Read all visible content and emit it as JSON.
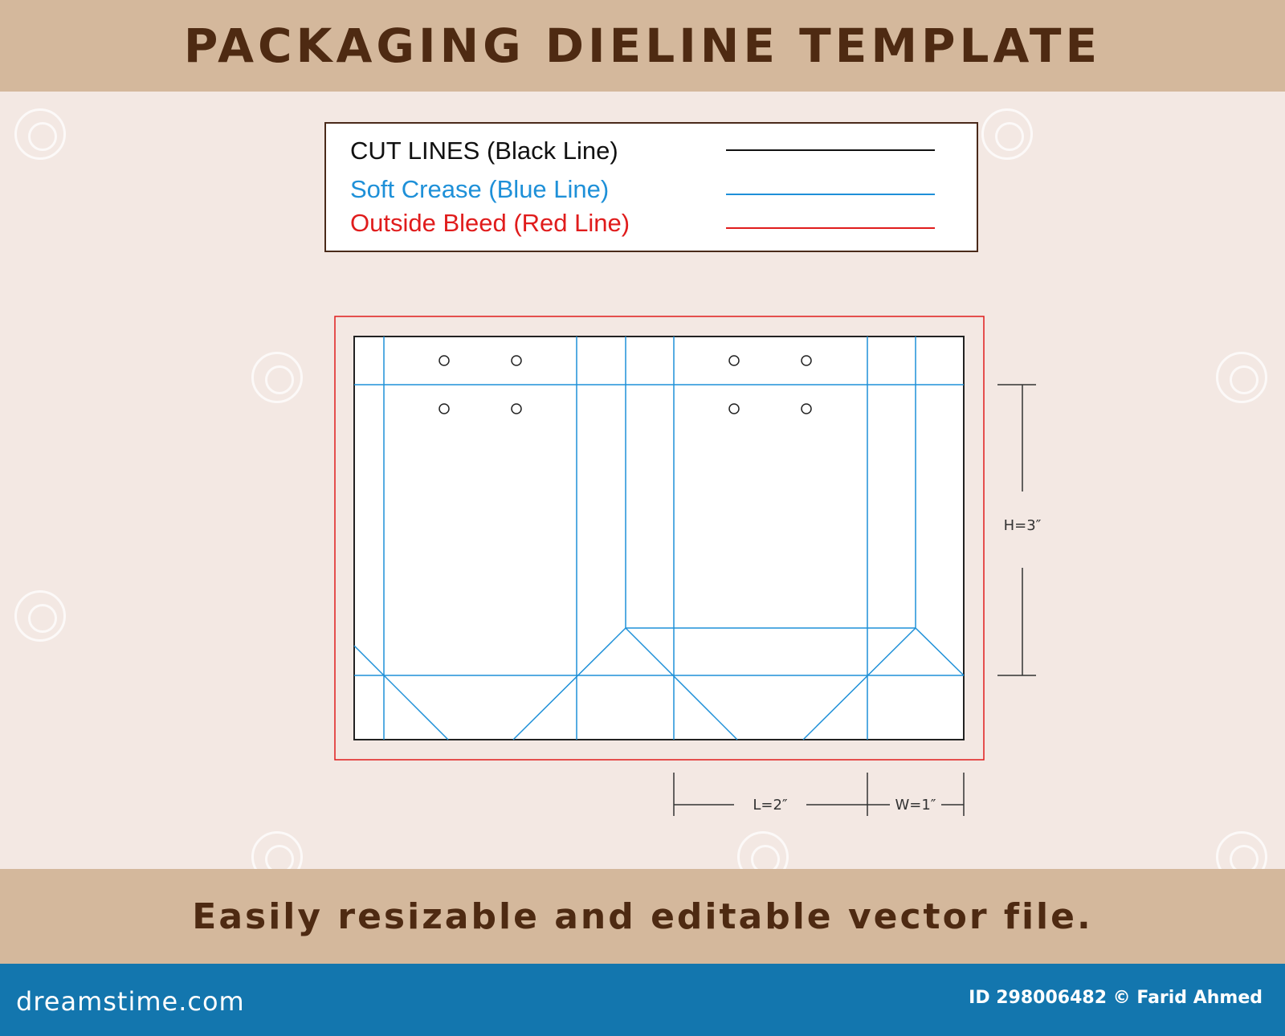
{
  "header": {
    "title": "PACKAGING DIELINE TEMPLATE"
  },
  "legend": {
    "cut_label": "CUT LINES (Black Line)",
    "soft_label": "Soft Crease (Blue Line)",
    "bleed_label": "Outside Bleed (Red Line)"
  },
  "colors": {
    "cut": "#111111",
    "crease": "#1e90d8",
    "bleed": "#e01c1c",
    "band": "#d4b89c",
    "background": "#f3e8e3",
    "title_text": "#4e2a12",
    "footer": "#1376ae"
  },
  "dimensions": {
    "height_label": "H=3″",
    "length_label": "L=2″",
    "width_label": "W=1″"
  },
  "tagline": "Easily resizable and editable vector file.",
  "footer": {
    "brand": "dreamstime.com",
    "credit": "ID 298006482 © Farid Ahmed"
  }
}
